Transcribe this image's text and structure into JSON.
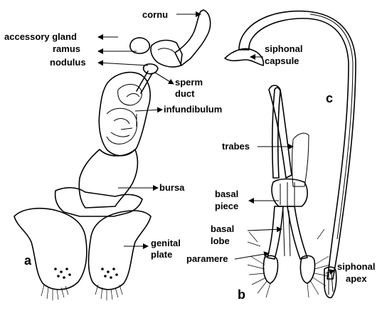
{
  "labels": {
    "cornu": "cornu",
    "accessory_gland": "accessory gland",
    "ramus": "ramus",
    "nodulus": "nodulus",
    "sperm": "sperm",
    "duct": "duct",
    "infundibulum": "infundibulum",
    "bursa": "bursa",
    "genital": "genital",
    "plate": "plate",
    "siphonal_1": "siphonal",
    "capsule": "capsule",
    "trabes": "trabes",
    "basal_1": "basal",
    "piece": "piece",
    "basal_2": "basal",
    "lobe": "lobe",
    "paramere": "paramere",
    "siphonal_2": "siphonal",
    "apex": "apex"
  },
  "panels": {
    "a": "a",
    "b": "b",
    "c": "c"
  },
  "colors": {
    "ink": "#000000",
    "background": "#ffffff"
  }
}
